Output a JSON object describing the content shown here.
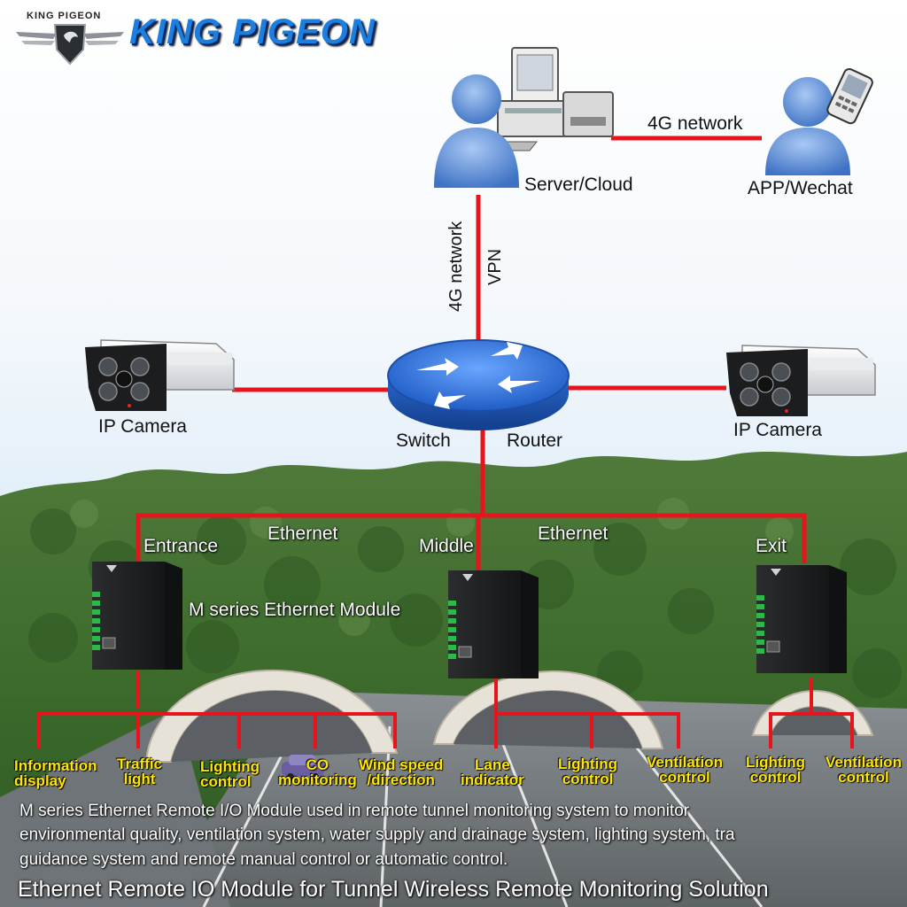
{
  "brand": {
    "small_label": "KING PIGEON",
    "name": "KING PIGEON"
  },
  "nodes": {
    "server_cloud": "Server/Cloud",
    "app_wechat": "APP/Wechat",
    "switch": "Switch",
    "router": "Router",
    "ip_camera_left": "IP Camera",
    "ip_camera_right": "IP Camera",
    "module_label": "M series Ethernet Module"
  },
  "links": {
    "top_network": "4G network",
    "vertical_network": "4G network",
    "vertical_vpn": "VPN",
    "ethernet_left": "Ethernet",
    "ethernet_right": "Ethernet"
  },
  "locations": {
    "entrance": "Entrance",
    "middle": "Middle",
    "exit": "Exit"
  },
  "devices": [
    {
      "line1": "Information",
      "line2": "display"
    },
    {
      "line1": "Traffic",
      "line2": "light"
    },
    {
      "line1": "Lighting",
      "line2": "control"
    },
    {
      "line1": "CO",
      "line2": "monitoring"
    },
    {
      "line1": "Wind speed",
      "line2": "/direction"
    },
    {
      "line1": "Lane",
      "line2": "indicator"
    },
    {
      "line1": "Lighting",
      "line2": "control"
    },
    {
      "line1": "Ventilation",
      "line2": "control"
    },
    {
      "line1": "Lighting",
      "line2": "control"
    },
    {
      "line1": "Ventilation",
      "line2": "control"
    }
  ],
  "description": {
    "line1": "M series Ethernet Remote I/O Module used in remote tunnel monitoring system to monitor",
    "line2": "environmental quality, ventilation system, water supply and drainage system, lighting system, tra",
    "line3": "guidance system and remote manual control or automatic control."
  },
  "footer_title": "Ethernet Remote IO Module for Tunnel Wireless Remote Monitoring Solution",
  "colors": {
    "link": "#e8141c",
    "brand_blue": "#1c7fe0",
    "device_label": "#ffe600",
    "router_blue": "#2a6fd6",
    "person_blue": "#5a8fd8"
  }
}
